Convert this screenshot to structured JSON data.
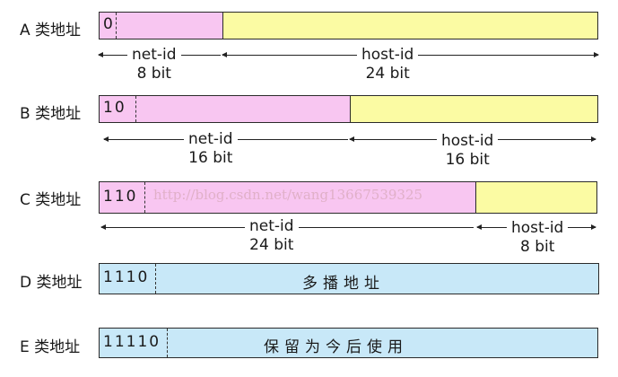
{
  "classes": {
    "a": {
      "label": "A 类地址",
      "bits": "0",
      "net": "net-id",
      "net_bits": "8 bit",
      "host": "host-id",
      "host_bits": "24 bit"
    },
    "b": {
      "label": "B 类地址",
      "bits": "10",
      "net": "net-id",
      "net_bits": "16 bit",
      "host": "host-id",
      "host_bits": "16 bit"
    },
    "c": {
      "label": "C 类地址",
      "bits": "110",
      "net": "net-id",
      "net_bits": "24 bit",
      "host": "host-id",
      "host_bits": "8 bit",
      "watermark": "http://blog.csdn.net/wang13667539325"
    },
    "d": {
      "label": "D 类地址",
      "bits": "1110",
      "text": "多播地址"
    },
    "e": {
      "label": "E 类地址",
      "bits": "11110",
      "text": "保留为今后使用"
    }
  },
  "colors": {
    "net": "#f8c6f1",
    "host": "#fbfba3",
    "special": "#c8e8f8"
  }
}
